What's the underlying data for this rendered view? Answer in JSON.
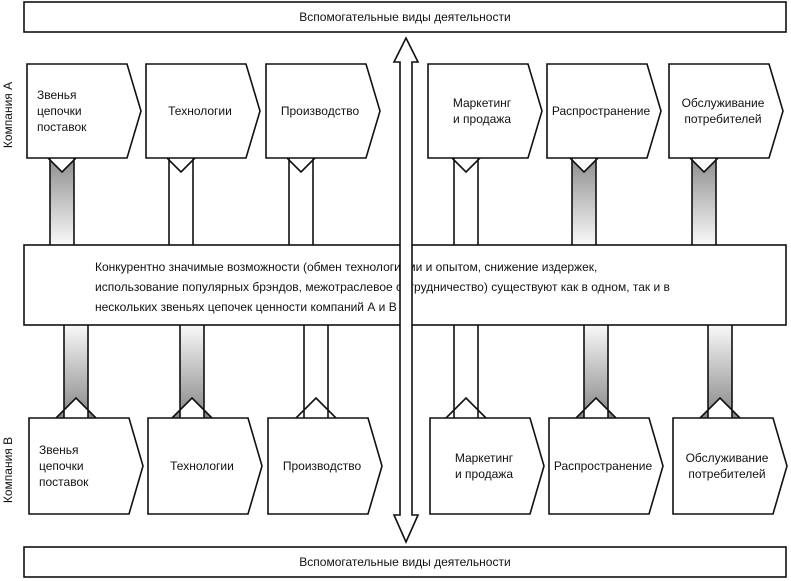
{
  "support_top": "Вспомогательные виды деятельности",
  "support_bottom": "Вспомогательные виды деятельности",
  "company_a": "Компания А",
  "company_b": "Компания В",
  "links_top": [
    {
      "lines": [
        "Звенья",
        "цепочки",
        "поставок"
      ]
    },
    {
      "lines": [
        "Технологии"
      ]
    },
    {
      "lines": [
        "Производство"
      ]
    },
    {
      "lines": [
        "Маркетинг",
        "и продажа"
      ]
    },
    {
      "lines": [
        "Распространение"
      ]
    },
    {
      "lines": [
        "Обслуживание",
        "потребителей"
      ]
    }
  ],
  "links_bottom": [
    {
      "lines": [
        "Звенья",
        "цепочки",
        "поставок"
      ]
    },
    {
      "lines": [
        "Технологии"
      ]
    },
    {
      "lines": [
        "Производство"
      ]
    },
    {
      "lines": [
        "Маркетинг",
        "и продажа"
      ]
    },
    {
      "lines": [
        "Распространение"
      ]
    },
    {
      "lines": [
        "Обслуживание",
        "потребителей"
      ]
    }
  ],
  "center_text": [
    "Конкурентно значимые возможности (обмен технологиями и опытом, снижение издержек,",
    "использование популярных брэндов, межотраслевое сотрудничество) существуют как в одном, так и в",
    "нескольких звеньях цепочек ценности компаний А и В"
  ],
  "colors": {
    "stroke": "#111111",
    "fill": "#ffffff",
    "shade": "#8a8a8a"
  }
}
